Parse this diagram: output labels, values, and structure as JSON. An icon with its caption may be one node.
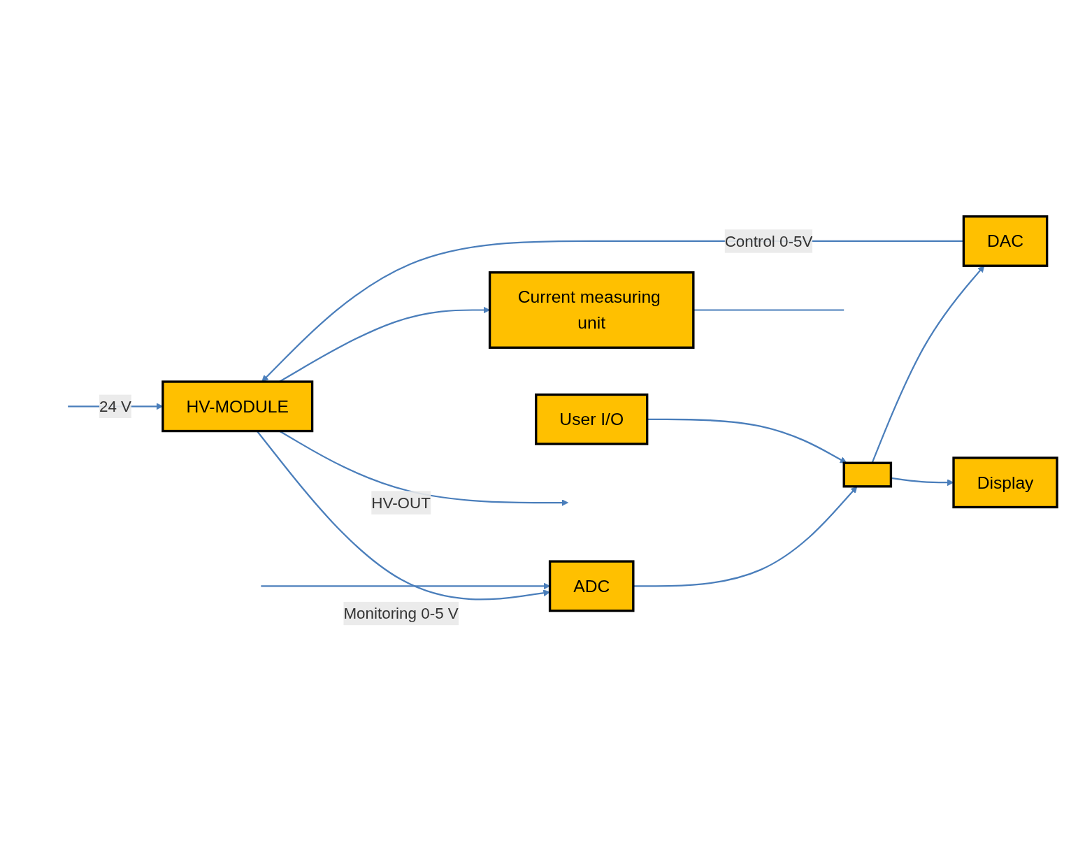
{
  "diagram": {
    "nodes": [
      {
        "text": [
          "Current measuring unit"
        ]
      },
      {
        "text": [
          "HV-MODULE"
        ]
      },
      {
        "text": [
          "ADC"
        ]
      },
      {
        "text": [
          "DAC"
        ]
      },
      {
        "text": [],
        "shape": "box"
      },
      {
        "text": [
          "User I/O"
        ]
      },
      {
        "text": [
          "Display"
        ]
      }
    ],
    "edges": [
      {
        "from": null,
        "to": 1,
        "arrow": "to",
        "label": "24 V"
      },
      {
        "from": 3,
        "to": 1,
        "arrow": "to",
        "label": "Control 0-5V"
      },
      {
        "from": 1,
        "to": null,
        "arrow": "to",
        "label": "HV-OUT"
      },
      {
        "from": 1,
        "to": 0,
        "arrow": "to"
      },
      {
        "from": 0,
        "to": null,
        "arrow": "none"
      },
      {
        "from": 1,
        "to": 2,
        "arrow": "to",
        "label": "Monitoring 0-5 V"
      },
      {
        "from": null,
        "to": 2,
        "arrow": "to"
      },
      {
        "from": 2,
        "to": 4,
        "arrow": "to"
      },
      {
        "from": 4,
        "to": 3,
        "arrow": "to"
      },
      {
        "from": 5,
        "to": 4,
        "arrow": "to"
      },
      {
        "from": 4,
        "to": 6,
        "arrow": "to"
      }
    ]
  }
}
